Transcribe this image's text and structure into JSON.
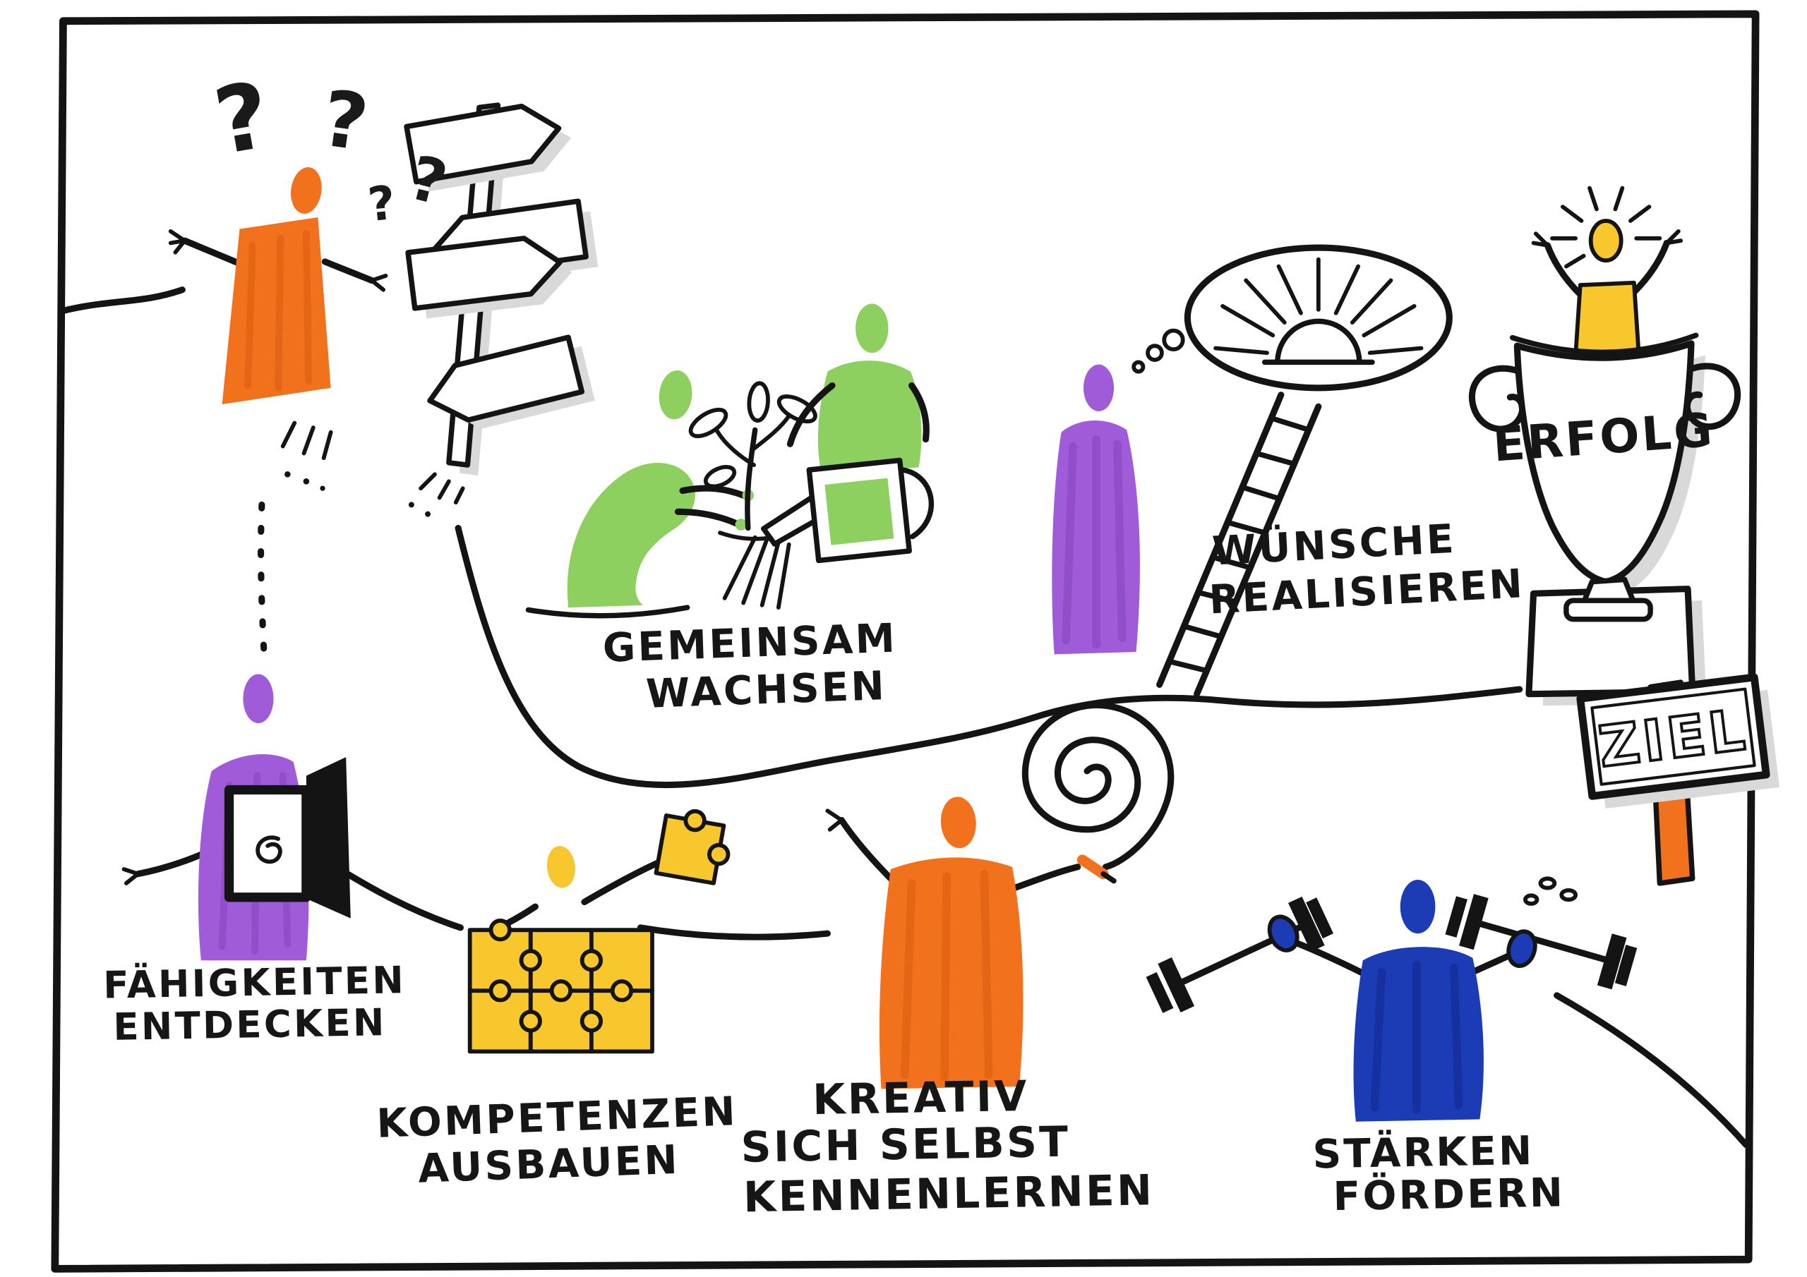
{
  "artwork": {
    "style": "hand-drawn marker sketchnote",
    "background": "#ffffff",
    "frame": "hand-drawn black border"
  },
  "colors": {
    "ink": "#141414",
    "orange": "#f2711c",
    "purple": "#a05bd8",
    "green": "#8ed060",
    "yellow": "#f8c72d",
    "blue": "#1c3cb5",
    "paper": "#ffffff",
    "shadow": "#d9d9d9"
  },
  "glyphs": {
    "question_mark": "?"
  },
  "labels": {
    "faehigkeiten_entdecken": {
      "line1": "FÄHIGKEITEN",
      "line2": "ENTDECKEN"
    },
    "kompetenzen_ausbauen": {
      "line1": "KOMPETENZEN",
      "line2": "AUSBAUEN"
    },
    "gemeinsam_wachsen": {
      "line1": "GEMEINSAM",
      "line2": "WACHSEN"
    },
    "kreativ_kennenlernen": {
      "line1": "KREATIV",
      "line2": "SICH SELBST",
      "line3": "KENNENLERNEN"
    },
    "wuensche_realisieren": {
      "line1": "WÜNSCHE",
      "line2": "REALISIEREN"
    },
    "staerken_foerdern": {
      "line1": "STÄRKEN",
      "line2": "FÖRDERN"
    },
    "erfolg": "ERFOLG",
    "ziel": "ZIEL"
  },
  "scenes": [
    {
      "id": "orientation",
      "figure_color": "orange",
      "icon": "signpost-question-marks"
    },
    {
      "id": "faehigkeiten-entdecken",
      "figure_color": "purple",
      "icon": "open-door"
    },
    {
      "id": "kompetenzen-ausbauen",
      "figure_color": "yellow",
      "icon": "puzzle-pieces"
    },
    {
      "id": "gemeinsam-wachsen",
      "figure_color": "green",
      "icon": "plant-watering"
    },
    {
      "id": "kreativ-sich-selbst-kennenlernen",
      "figure_color": "orange",
      "icon": "spiral-pen"
    },
    {
      "id": "wuensche-realisieren",
      "figure_color": "purple",
      "icon": "ladder-to-sun"
    },
    {
      "id": "staerken-foerdern",
      "figure_color": "blue",
      "icon": "dumbbells"
    },
    {
      "id": "erfolg",
      "figure_color": "yellow",
      "icon": "trophy"
    },
    {
      "id": "ziel",
      "figure_color": "orange",
      "icon": "goal-sign"
    }
  ]
}
